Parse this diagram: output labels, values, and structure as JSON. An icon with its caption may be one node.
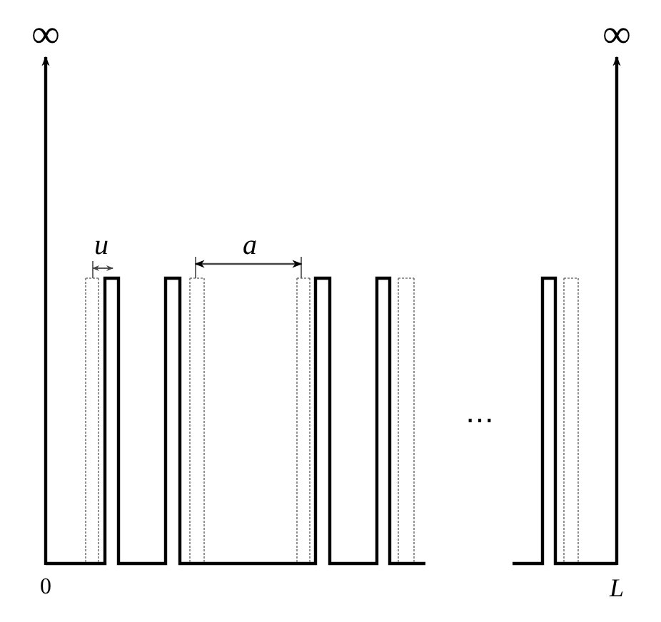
{
  "diagram": {
    "labels": [
      "∞",
      "∞",
      "u",
      "a",
      "⋯",
      "0",
      "L"
    ]
  }
}
